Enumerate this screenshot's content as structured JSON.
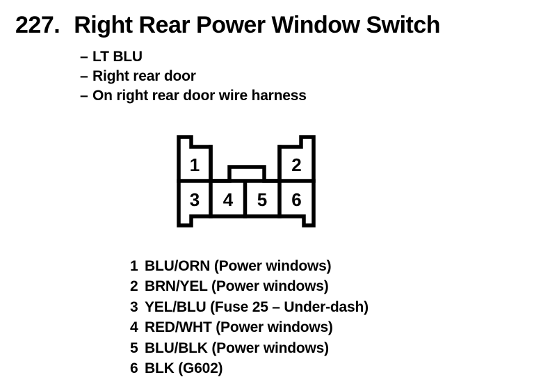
{
  "colors": {
    "paper": "#ffffff",
    "ink": "#000000"
  },
  "header": {
    "number": "227.",
    "title": "Right Rear Power Window Switch"
  },
  "details": {
    "bullet_char": "–",
    "items": [
      "LT BLU",
      "Right rear door",
      "On right rear door wire harness"
    ]
  },
  "connector": {
    "description": "6-cavity connector, front view",
    "pins": [
      {
        "number": "1"
      },
      {
        "number": "2"
      },
      {
        "number": "3"
      },
      {
        "number": "4"
      },
      {
        "number": "5"
      },
      {
        "number": "6"
      }
    ]
  },
  "legend": {
    "rows": [
      {
        "pin": "1",
        "wire": "BLU/ORN (Power windows)"
      },
      {
        "pin": "2",
        "wire": "BRN/YEL (Power windows)"
      },
      {
        "pin": "3",
        "wire": "YEL/BLU (Fuse 25 – Under-dash)"
      },
      {
        "pin": "4",
        "wire": "RED/WHT (Power windows)"
      },
      {
        "pin": "5",
        "wire": "BLU/BLK (Power windows)"
      },
      {
        "pin": "6",
        "wire": "BLK (G602)"
      }
    ]
  }
}
